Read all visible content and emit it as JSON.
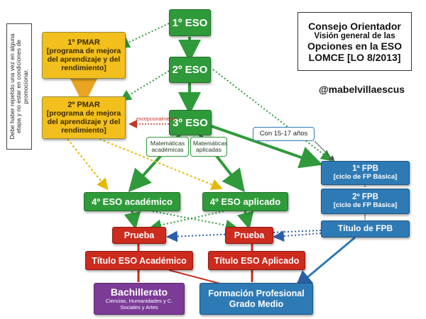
{
  "title_box": {
    "line1": "Consejo Orientador",
    "line2": "Visión general de las",
    "line3": "Opciones en la ESO",
    "line4": "LOMCE [LO 8/2013]"
  },
  "handle": "@mabelvillaescus",
  "side_note": "Debe haber repetido una vez en alguna etapa y no estar en condiciones de promocionar.",
  "nodes": {
    "eso1": "1º ESO",
    "eso2": "2º ESO",
    "eso3": "3º ESO",
    "pmar1": {
      "title": "1º PMAR",
      "sub": "[programa de mejora del aprendizaje y del rendimiento]"
    },
    "pmar2": {
      "title": "2º PMAR",
      "sub": "[programa de mejora del aprendizaje y del rendimiento]"
    },
    "excepcionalmente": "excepcionalmente",
    "mat_academicas": "Matemáticas académicas",
    "mat_aplicadas": "Matemáticas aplicadas",
    "con_15_17": "Con 15-17 años",
    "fpb1": {
      "title": "1º FPB",
      "sub": "[ciclo de FP Básica]"
    },
    "fpb2": {
      "title": "2º FPB",
      "sub": "[ciclo de FP Básica]"
    },
    "titulo_fpb": "Título de FPB",
    "eso4_academico": "4º ESO académico",
    "eso4_aplicado": "4º ESO aplicado",
    "prueba_1": "Prueba",
    "prueba_2": "Prueba",
    "titulo_academico": "Título ESO Académico",
    "titulo_aplicado": "Título ESO Aplicado",
    "bachillerato": {
      "title": "Bachillerato",
      "sub": "Ciencias, Humanidades y C. Sociales y Artes"
    },
    "fp_grado_medio": "Formación Profesional Grado Medio"
  },
  "colors": {
    "green": "#2f9a3a",
    "yellow": "#f2bf1c",
    "red": "#cc2b1d",
    "blue": "#2e7ab5",
    "purple": "#7b3b97"
  }
}
